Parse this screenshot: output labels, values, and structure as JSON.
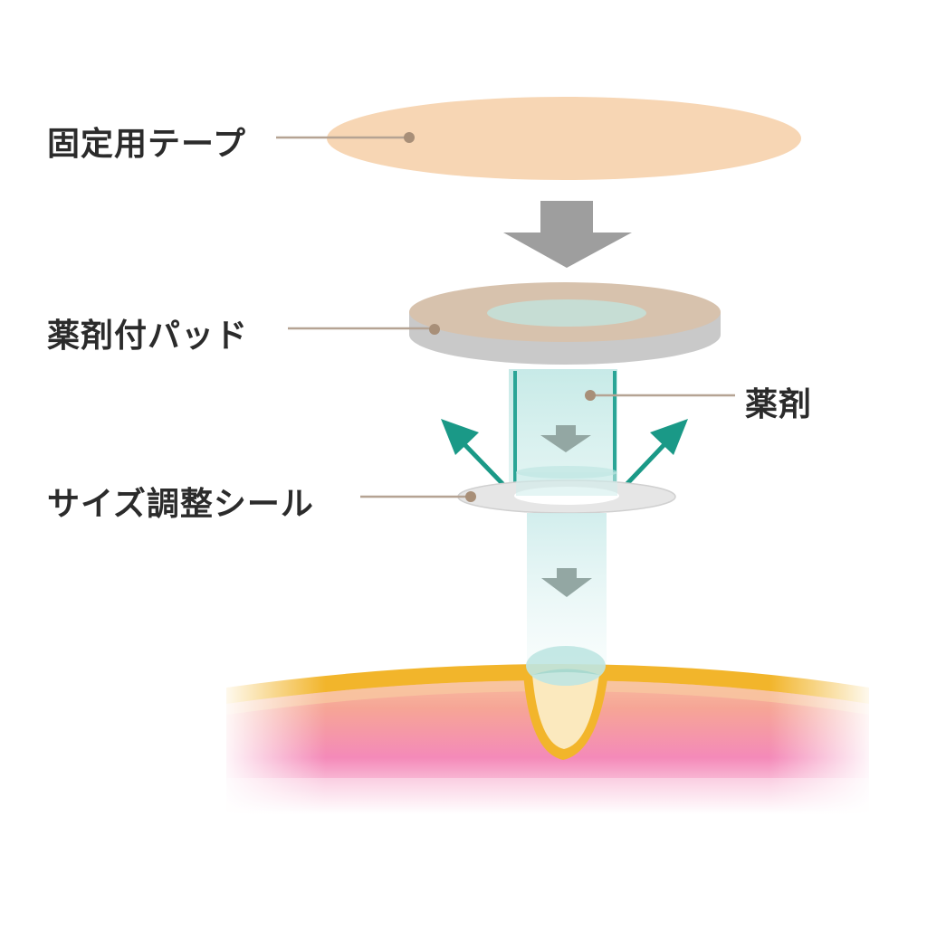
{
  "labels": {
    "tape": "固定用テープ",
    "pad": "薬剤付パッド",
    "drug": "薬剤",
    "seal": "サイズ調整シール"
  },
  "colors": {
    "tape": "#f7d6b4",
    "pad_top": "#d7c2ad",
    "pad_side": "#cfcfcf",
    "drug_column": "#c9ebe8",
    "drug_edge": "#2aa596",
    "arrow_gray": "#9e9e9e",
    "arrow_teal": "#1a9987",
    "seal": "#e6e6e6",
    "leader_dot": "#a88f78",
    "skin_top": "#f2b52b",
    "skin_mid": "#f59a8e",
    "skin_deep": "#f27fb4",
    "lesion": "#fbe9be"
  }
}
